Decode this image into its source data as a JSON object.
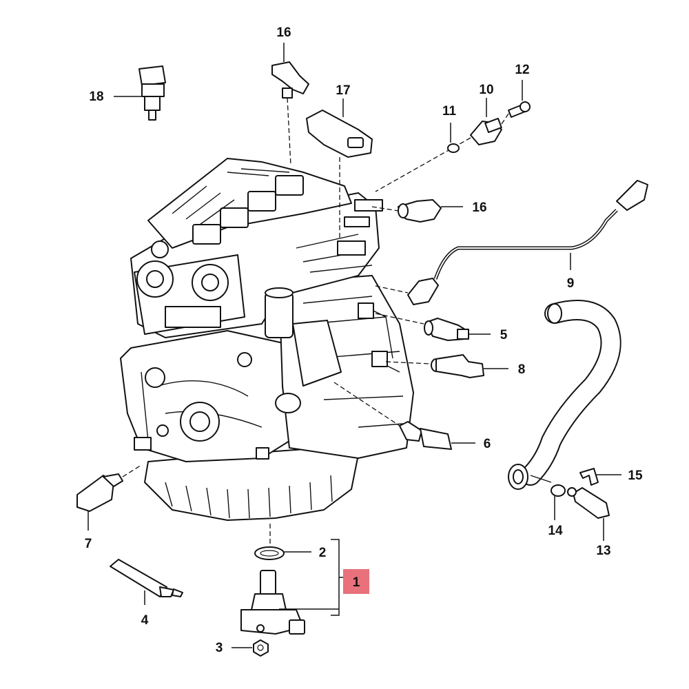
{
  "callouts": {
    "c1": "1",
    "c2": "2",
    "c3": "3",
    "c4": "4",
    "c5": "5",
    "c6": "6",
    "c7": "7",
    "c8": "8",
    "c9": "9",
    "c10": "10",
    "c11": "11",
    "c12": "12",
    "c13": "13",
    "c14": "14",
    "c15": "15",
    "c16a": "16",
    "c16b": "16",
    "c17": "17",
    "c18": "18"
  },
  "colors": {
    "highlight": "#e8717b",
    "line": "#111111",
    "background": "#ffffff"
  }
}
